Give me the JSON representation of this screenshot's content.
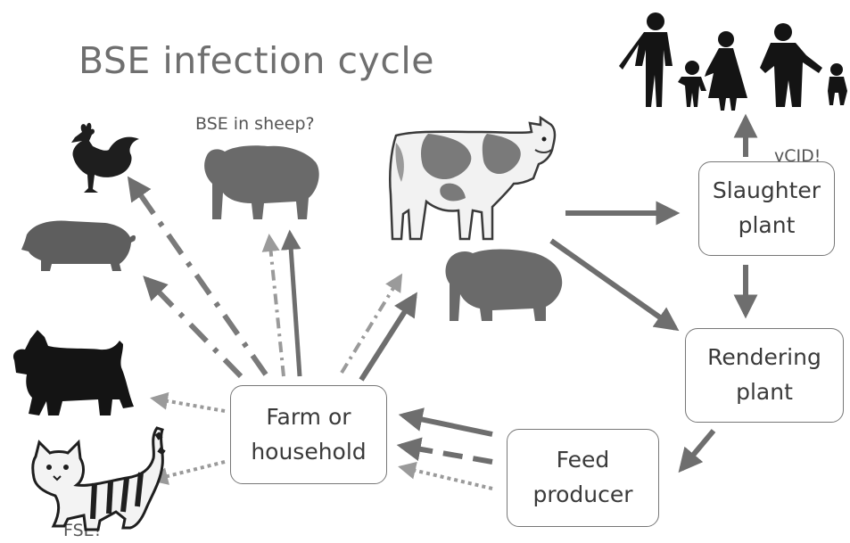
{
  "title": "BSE infection cycle",
  "labels": {
    "sheep_question": "BSE in sheep?",
    "vcjd": "vCJD!",
    "fse": "FSE!"
  },
  "nodes": {
    "slaughter": "Slaughter\nplant",
    "rendering": "Rendering\nplant",
    "feed": "Feed\nproducer",
    "farm": "Farm or\nhousehold"
  },
  "colors": {
    "arrow": "#6e6e6e",
    "dotted_arrow": "#9a9a9a",
    "silhouette": "#1e1e1e",
    "sheep": "#6a6a6a",
    "pig": "#5e5e5e"
  },
  "icons": [
    "rooster-icon",
    "pig-icon",
    "dog-icon",
    "cat-icon",
    "sheep-icon",
    "cow-icon",
    "family-icon"
  ]
}
